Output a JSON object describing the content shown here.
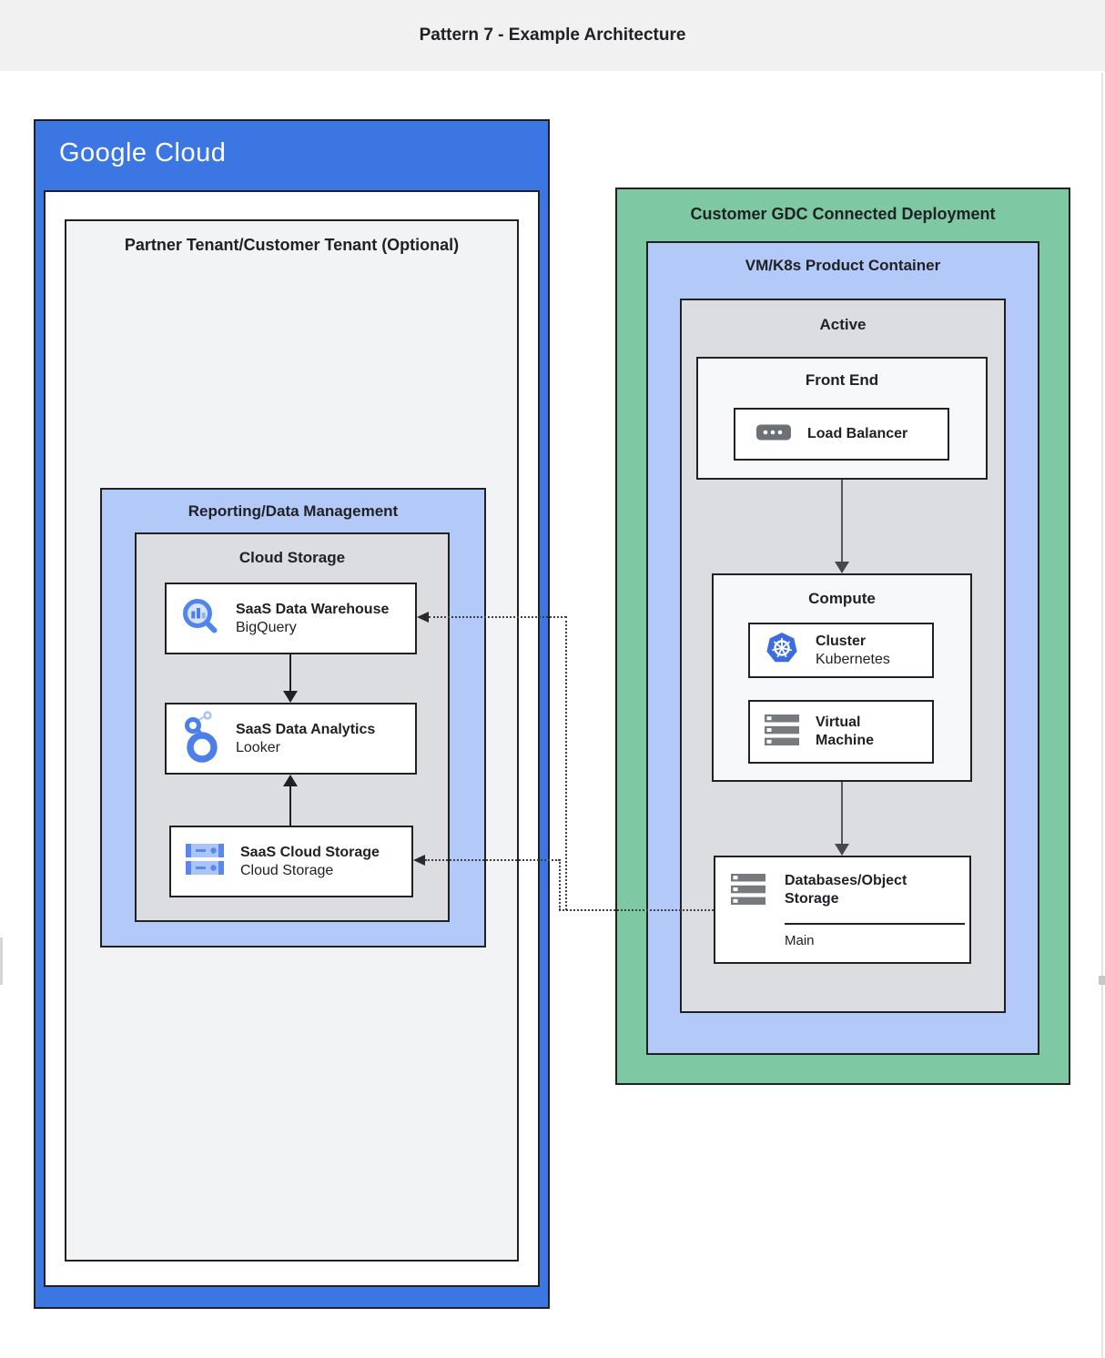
{
  "header": {
    "title": "Pattern 7 - Example Architecture"
  },
  "gcp": {
    "logo": "Google Cloud",
    "partner_label": "Partner Tenant/Customer Tenant (Optional)",
    "reporting_label": "Reporting/Data Management",
    "storage_group_label": "Cloud Storage",
    "warehouse": {
      "title": "SaaS Data Warehouse",
      "subtitle": "BigQuery"
    },
    "analytics": {
      "title": "SaaS Data Analytics",
      "subtitle": "Looker"
    },
    "storage": {
      "title": "SaaS Cloud Storage",
      "subtitle": "Cloud Storage"
    }
  },
  "gdc": {
    "label": "Customer GDC Connected Deployment",
    "vmk8s_label": "VM/K8s Product Container",
    "active_label": "Active",
    "frontend_label": "Front End",
    "load_balancer_label": "Load Balancer",
    "compute_label": "Compute",
    "cluster": {
      "title": "Cluster",
      "subtitle": "Kubernetes"
    },
    "vm": {
      "title": "Virtual Machine"
    },
    "database": {
      "title": "Databases/Object Storage",
      "caption": "Main"
    }
  },
  "icons": {
    "bigquery": "magnifier-with-bar-chart",
    "looker": "three-rings",
    "cloud_storage": "blue-server-bars",
    "load_balancer": "pill-with-dots",
    "kubernetes": "helm-wheel-heptagon",
    "virtual_machine": "gray-server-bars",
    "database": "gray-server-bars"
  },
  "colors": {
    "header_bg": "#F1F1F2",
    "google_blue": "#3B76E3",
    "light_blue": "#B3C9F7",
    "green": "#7FC8A4",
    "gray_panel": "#DCDDE1",
    "light_panel": "#F2F3F4",
    "lighter_panel": "#F7F8F9",
    "border_dark": "#212124",
    "text_dark": "#202124",
    "arrow_gray": "#53565A",
    "icon_blue": "#4D7FE9",
    "icon_blue_light": "#A9C4F8",
    "icon_gray": "#76797E"
  }
}
